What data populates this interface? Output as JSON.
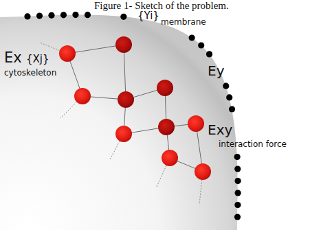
{
  "diagram": {
    "title": "Figure 1- Sketch of the problem.",
    "labels": [
      "{Yi}",
      "membrane",
      "Ex",
      "{Xj}",
      "cytoskeleton",
      "Ey",
      "Exy",
      "interaction force"
    ]
  }
}
